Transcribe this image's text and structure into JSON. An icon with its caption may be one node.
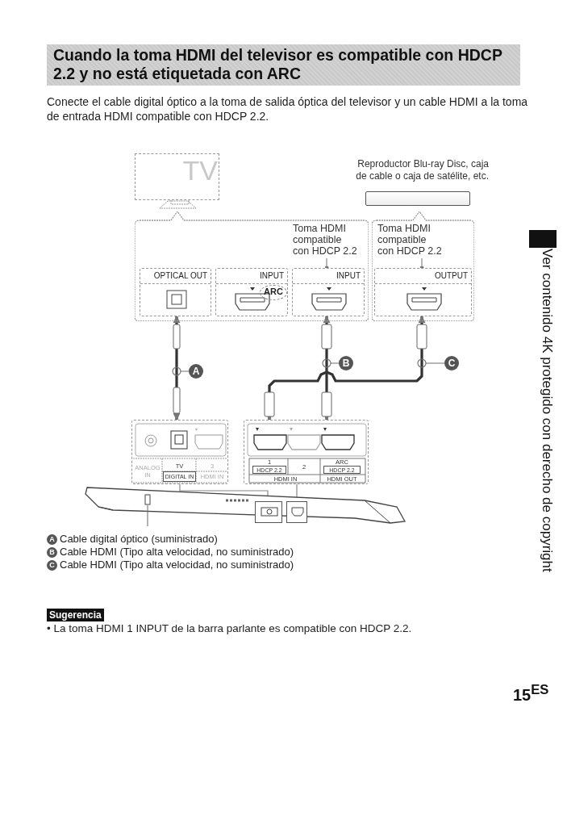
{
  "diagram": {
    "title": "Cuando la toma HDMI del televisor es compatible con HDCP 2.2 y no está etiquetada con ARC",
    "nodes": [
      {
        "text": [
          "TV"
        ]
      },
      {
        "text": [],
        "shape": "box",
        "beside": [
          "Reproductor Blu-ray Disc, caja de cable o caja de satélite, etc."
        ]
      },
      {
        "text": [],
        "shape": "box"
      },
      {
        "text": [
          "Toma HDMI compatible con HDCP 2.2"
        ],
        "in": 2
      },
      {
        "text": [
          "OPTICAL OUT"
        ],
        "in": 2
      },
      {
        "text": [
          "INPUT",
          "ARC"
        ],
        "in": 2
      },
      {
        "text": [
          "INPUT"
        ],
        "in": 2
      },
      {
        "text": [],
        "shape": "box"
      },
      {
        "text": [
          "Toma HDMI compatible con HDCP 2.2"
        ],
        "in": 7
      },
      {
        "text": [
          "OUTPUT"
        ],
        "in": 7
      },
      {
        "text": [
          "ANALOG IN",
          "TV",
          "DIGITAL IN",
          "3",
          "HDMI IN"
        ]
      },
      {
        "text": [
          "1",
          "HDCP 2.2",
          "2",
          "ARC",
          "HDCP 2.2",
          "HDMI IN",
          "HDMI OUT"
        ]
      },
      {
        "text": [],
        "shape": "picture"
      },
      {
        "text": [],
        "shape": "box",
        "in": 12
      },
      {
        "text": [],
        "shape": "box",
        "in": 12
      },
      {
        "text": [
          "A"
        ]
      },
      {
        "text": [
          "B"
        ]
      },
      {
        "text": [
          "C"
        ]
      }
    ],
    "edges": [
      {
        "from": 4,
        "to": 10,
        "arrow": "both",
        "style": "thick",
        "color": "#333333"
      },
      {
        "from": 6,
        "to": 11,
        "arrow": "both",
        "style": "thick",
        "color": "#333333"
      },
      {
        "from": 9,
        "to": 11,
        "arrow": "both",
        "style": "thick",
        "color": "#333333"
      },
      {
        "from": 3,
        "to": 6,
        "arrow": "other"
      },
      {
        "from": 8,
        "to": 9,
        "arrow": "other"
      },
      {
        "from": 15,
        "to": null,
        "arrow": "none"
      },
      {
        "from": 16,
        "to": null,
        "arrow": "none"
      },
      {
        "from": 17,
        "to": null,
        "arrow": "none"
      },
      {
        "from": 10,
        "to": 13,
        "arrow": "none"
      },
      {
        "from": 11,
        "to": 14,
        "arrow": "none"
      }
    ],
    "labels": [
      "Conecte el cable digital óptico a la toma de salida óptica del televisor y un cable HDMI a la toma de entrada HDMI compatible con HDCP 2.2.",
      "A",
      "Cable digital óptico (suministrado)",
      "B",
      "Cable HDMI (Tipo alta velocidad, no suministrado)",
      "C",
      "Cable HDMI (Tipo alta velocidad, no suministrado)",
      "Sugerencia",
      "• La toma HDMI 1 INPUT de la barra parlante es compatible con HDCP 2.2.",
      "Ver contenido 4K protegido con derecho de copyright",
      "15$^{ES}$"
    ]
  }
}
